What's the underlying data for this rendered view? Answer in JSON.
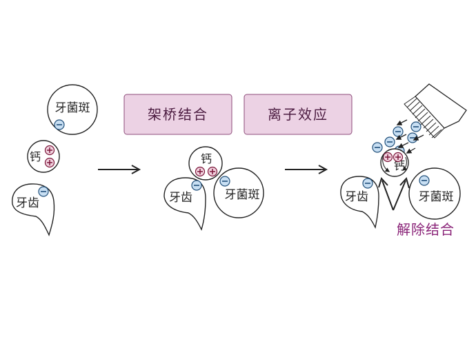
{
  "labels": {
    "plaque": "牙菌斑",
    "calcium": "钙",
    "tooth": "牙齿"
  },
  "charges": {
    "positive": "⊕",
    "negative": "⊖"
  },
  "stages": {
    "bridge_binding": "架桥结合",
    "ion_effect": "离子效应",
    "release_binding": "解除结合"
  },
  "colors": {
    "negative_ion_fill": "#c8dff3",
    "negative_ion_stroke": "#1f4e79",
    "positive_ion_fill": "#f2d3df",
    "positive_ion_stroke": "#7a1438",
    "stage_box_fill": "#ecd2e4",
    "stage_box_stroke": "#8c4a78",
    "stage_text": "#4a1a3f",
    "release_text": "#8a2378",
    "line": "#222222"
  },
  "icons": {
    "arrows": "right-arrow-icon",
    "toothbrush": "toothbrush-icon"
  }
}
